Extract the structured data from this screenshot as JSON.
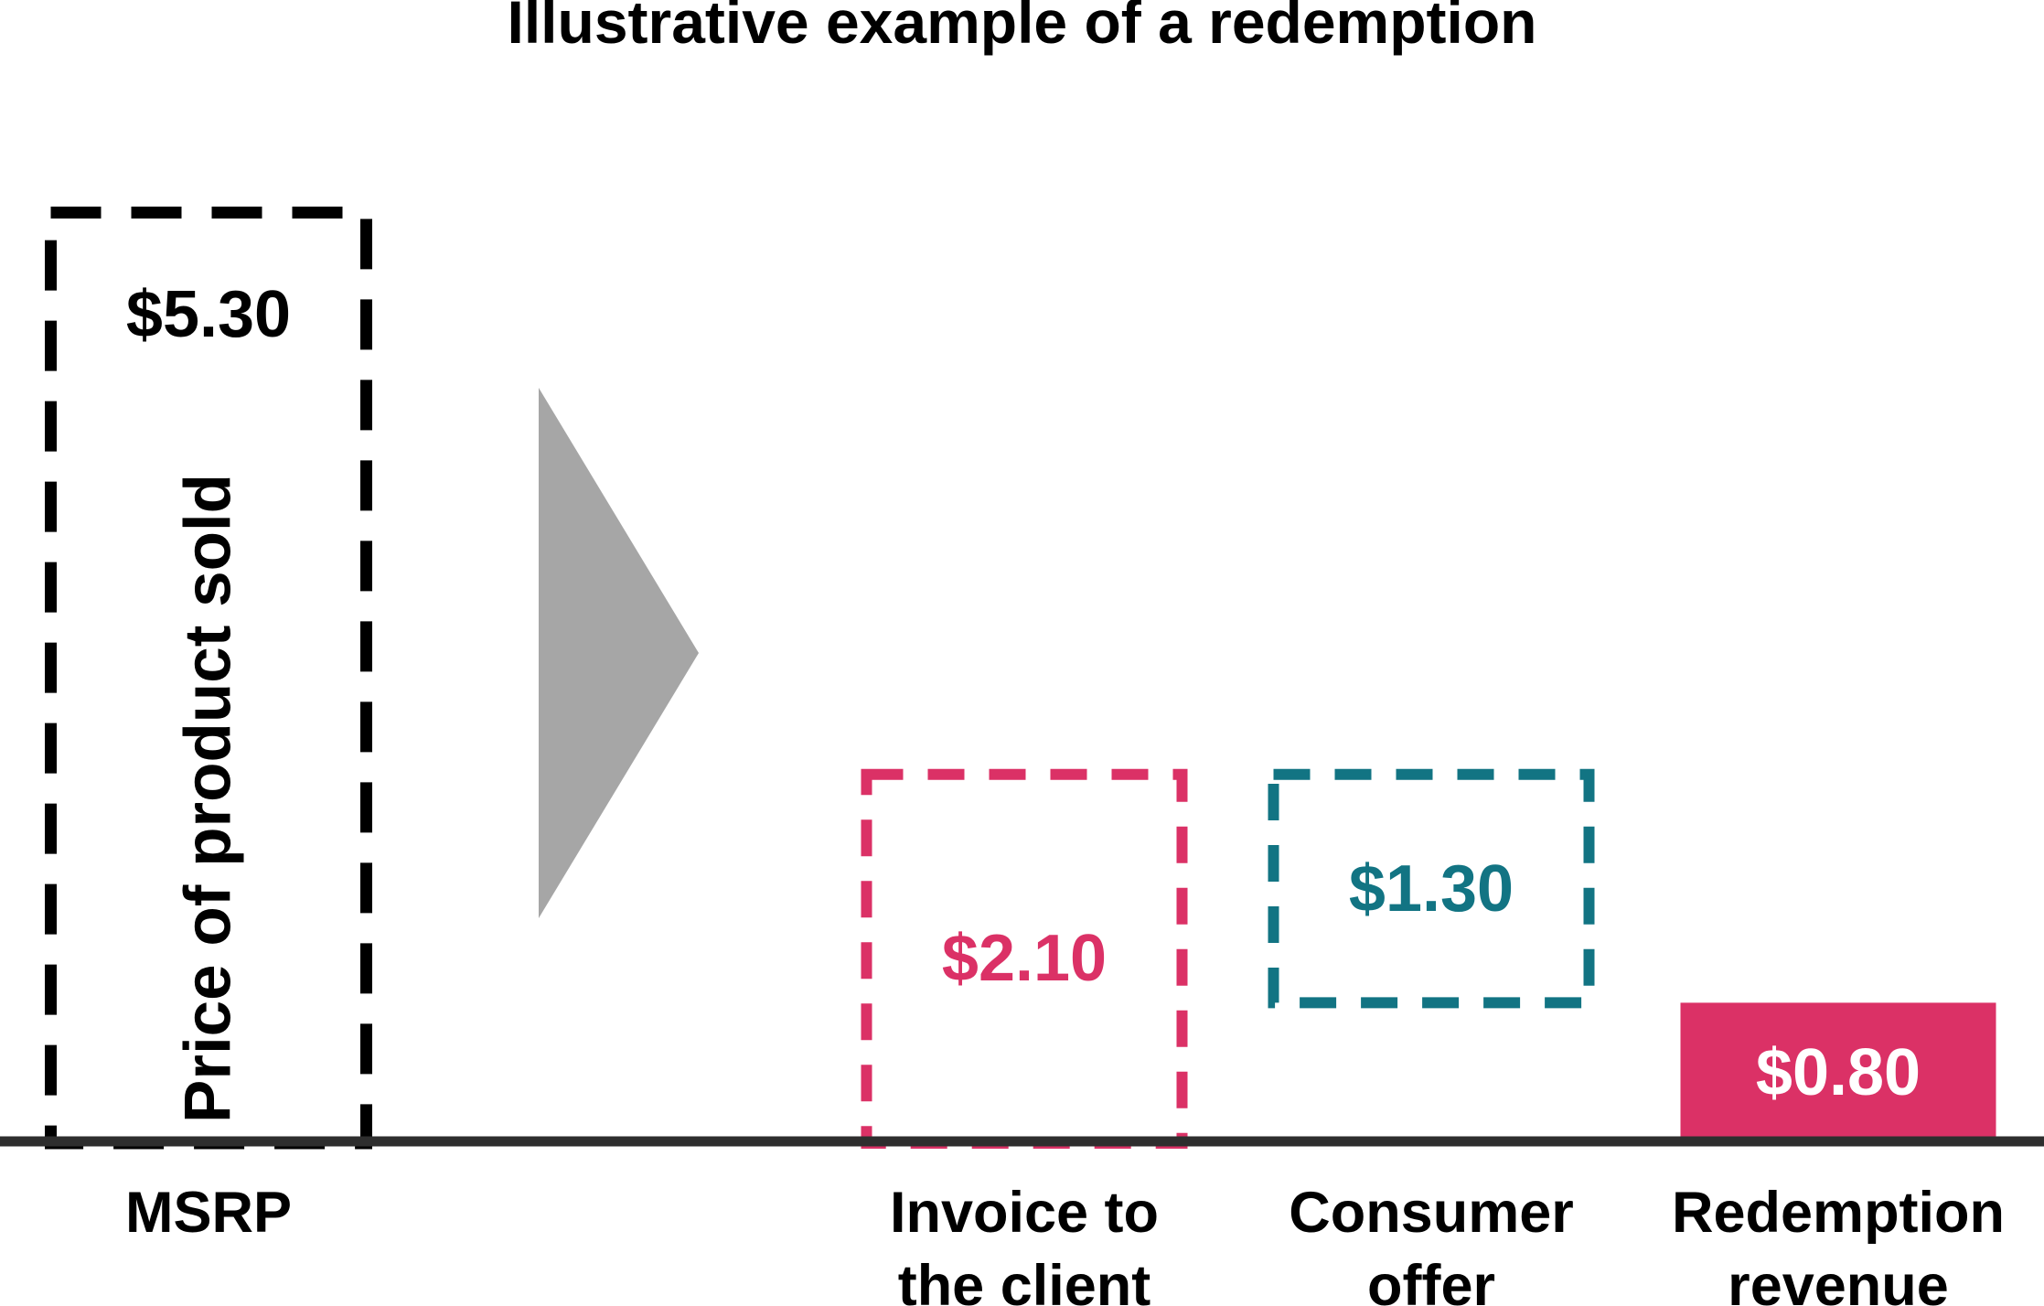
{
  "title": "Illustrative example of a redemption",
  "colors": {
    "pink": "#DB3166",
    "teal": "#127483",
    "black": "#000000",
    "white": "#FFFFFF",
    "arrow_gray": "#A6A6A6",
    "axis_gray": "#2E2E2E"
  },
  "chart_data": {
    "type": "bar",
    "title": "Illustrative example of a redemption",
    "categories": [
      "MSRP",
      "Invoice to the client",
      "Consumer offer",
      "Redemption revenue"
    ],
    "values": [
      5.3,
      2.1,
      1.3,
      0.8
    ],
    "ylim": [
      0,
      5.3
    ],
    "grid": false,
    "legend": false,
    "bars": [
      {
        "label": "MSRP",
        "value": 5.3,
        "base": 0,
        "value_label": "$5.30",
        "style": "dashed",
        "color": "#000000",
        "value_color": "#000000",
        "value_label_pos": "top",
        "inner_label": "Price of product sold"
      },
      {
        "label": "Invoice to\nthe client",
        "value": 2.1,
        "base": 0,
        "value_label": "$2.10",
        "style": "dashed",
        "color": "#DB3166",
        "value_color": "#DB3166",
        "value_label_pos": "center"
      },
      {
        "label": "Consumer\noffer",
        "value": 1.3,
        "base": 0.8,
        "value_label": "$1.30",
        "style": "dashed",
        "color": "#127483",
        "value_color": "#127483",
        "value_label_pos": "center"
      },
      {
        "label": "Redemption\nrevenue",
        "value": 0.8,
        "base": 0,
        "value_label": "$0.80",
        "style": "solid",
        "color": "#DB3166",
        "value_color": "#FFFFFF",
        "value_label_pos": "center"
      }
    ],
    "arrow": {
      "direction": "right",
      "color": "#A6A6A6"
    }
  }
}
